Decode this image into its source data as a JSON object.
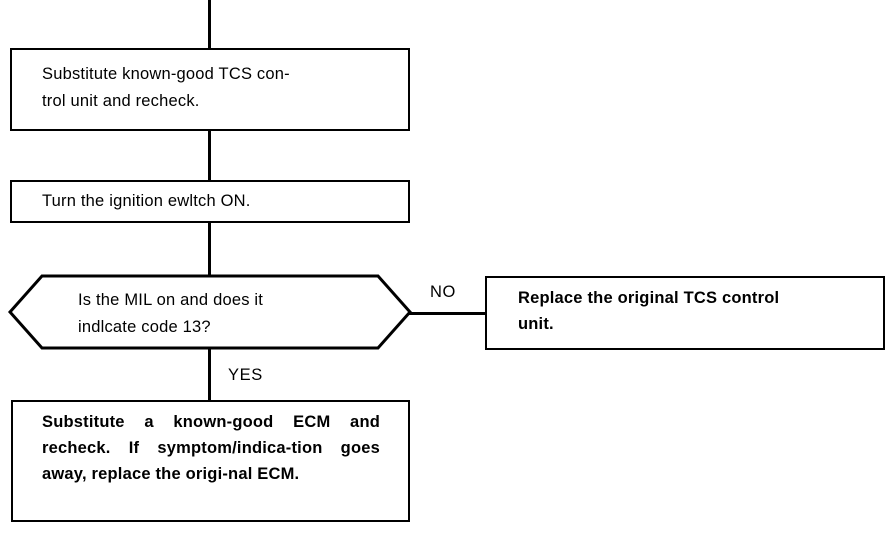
{
  "diagram": {
    "title": "TCS control unit / ECM troubleshooting flowchart",
    "colors": {
      "line": "#000000",
      "background": "#ffffff",
      "text": "#000000"
    },
    "nodes": {
      "substitute_tcs": {
        "type": "process",
        "text": "Substitute known-good TCS con-\ntrol unit and recheck."
      },
      "turn_ignition": {
        "type": "process",
        "text": "Turn the ignition ewltch ON."
      },
      "mil_check": {
        "type": "decision",
        "text": "Is the MIL on and does it\nindlcate code 13?"
      },
      "replace_tcs": {
        "type": "process",
        "text": "Replace the original TCS control\nunit."
      },
      "substitute_ecm": {
        "type": "process",
        "text": "Substitute a known-good ECM and recheck. If symptom/indica-tion goes away, replace the origi-nal ECM."
      }
    },
    "branches": {
      "no_label": "NO",
      "yes_label": "YES"
    }
  }
}
